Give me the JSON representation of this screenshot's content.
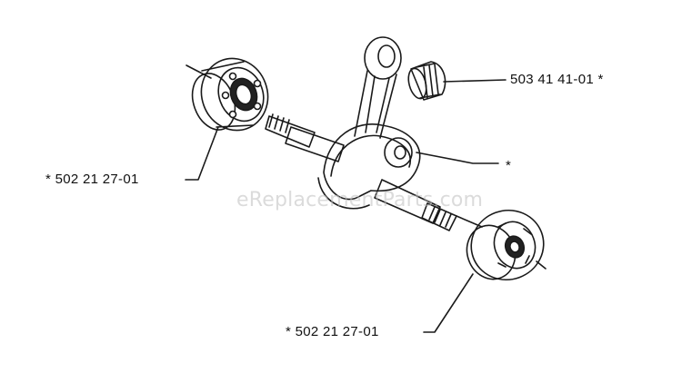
{
  "labels": {
    "bearing_left": "*  502 21 27-01",
    "needle_bearing": "503 41 41-01  *",
    "crankshaft": "*",
    "bearing_right": "*  502 21 27-01"
  },
  "watermark": "eReplacementParts.com",
  "colors": {
    "line": "#1a1a1a",
    "watermark": "#bebebe"
  }
}
